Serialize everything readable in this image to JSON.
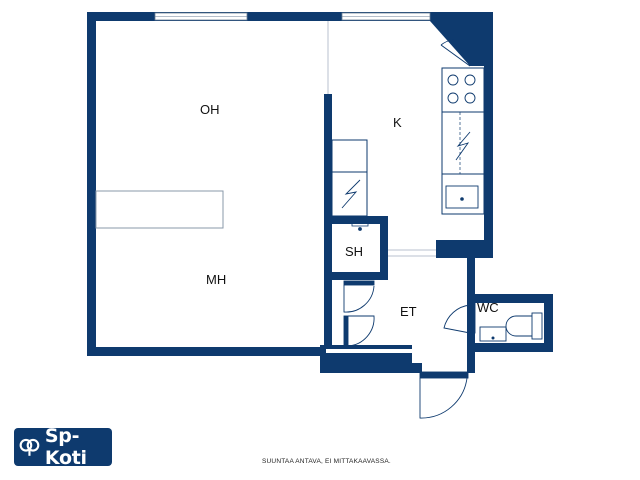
{
  "rooms": {
    "oh": "OH",
    "k": "K",
    "mh": "MH",
    "sh": "SH",
    "et": "ET",
    "wc": "WC"
  },
  "logo": {
    "text": "Sp-Koti"
  },
  "caption": "SUUNTAA ANTAVA, EI MITTAKAAVASSA.",
  "colors": {
    "wall": "#0e3a6e",
    "fixture": "#0e3a6e",
    "background": "#ffffff"
  }
}
